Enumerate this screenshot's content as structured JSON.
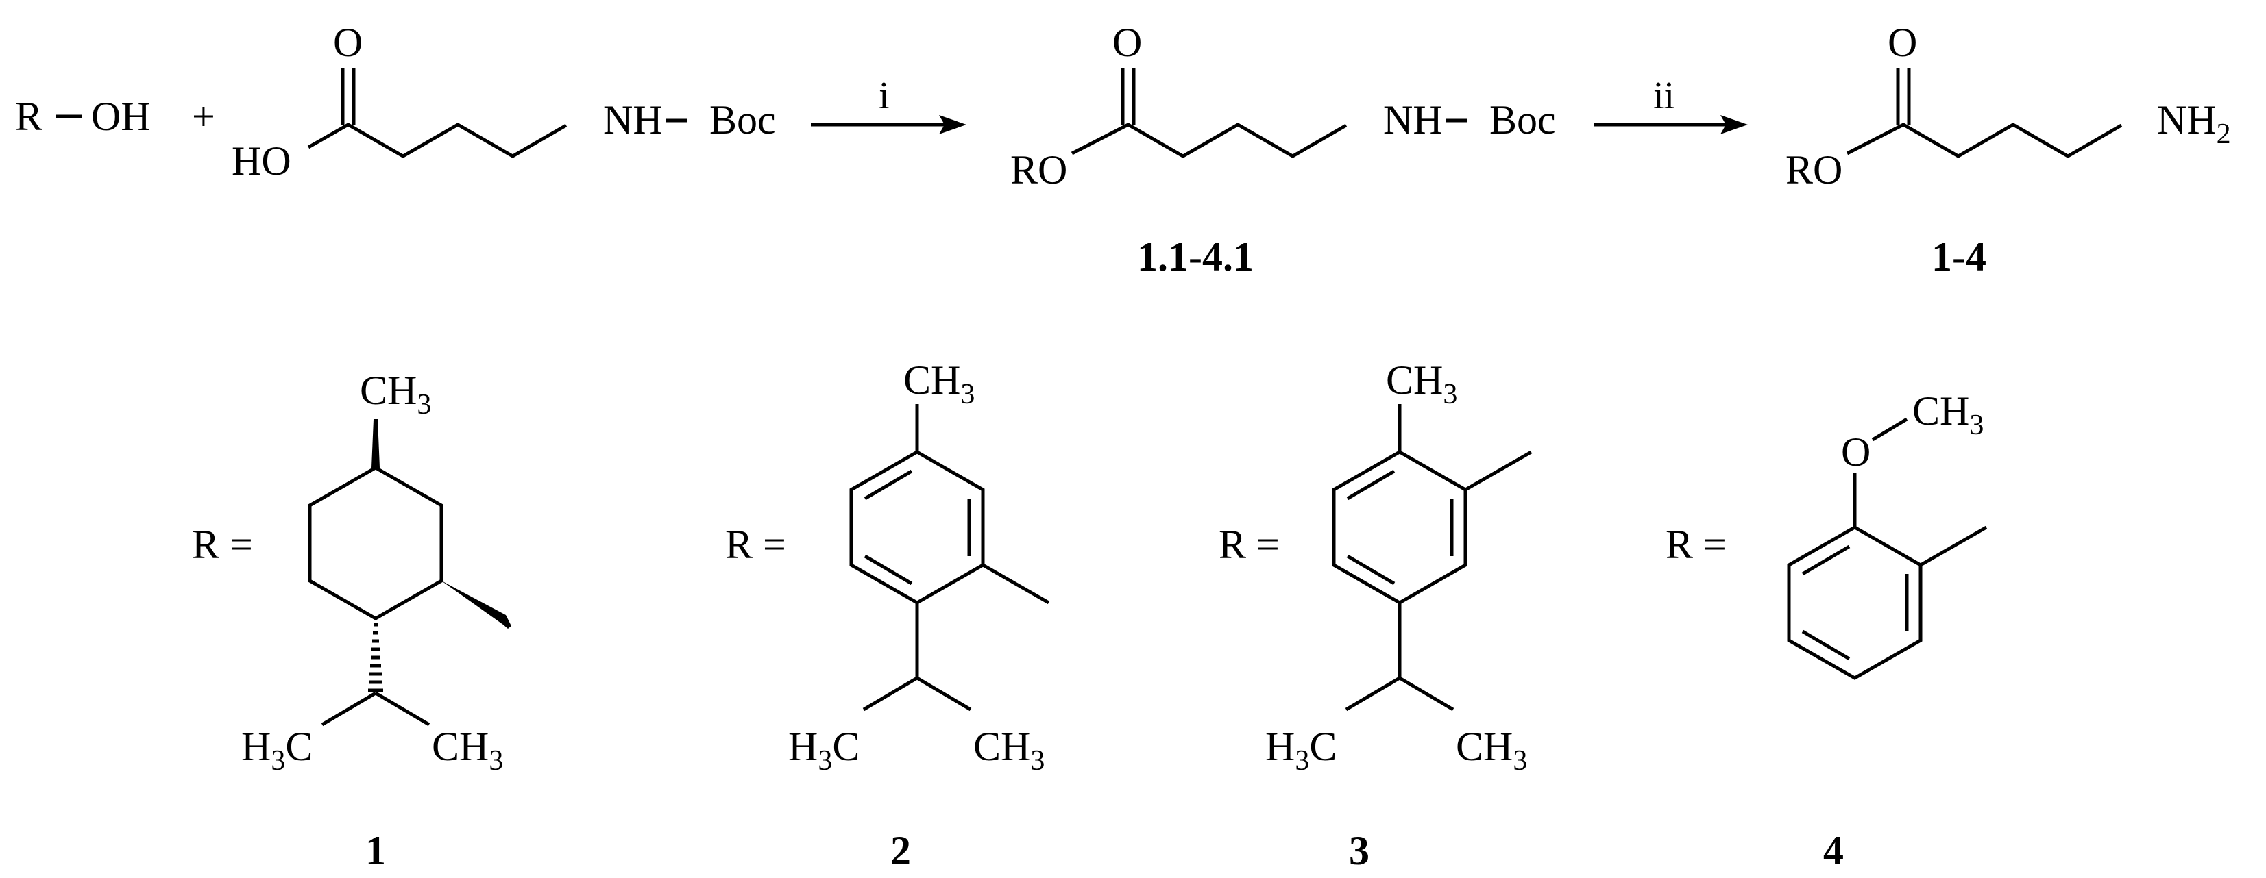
{
  "reaction": {
    "reactant_r": "R",
    "reactant_oh": "OH",
    "plus": "+",
    "ho": "HO",
    "o": "O",
    "nh": "NH",
    "boc": "Boc",
    "ro": "RO",
    "nh2_n": "NH",
    "nh2_sub": "2",
    "step1": "i",
    "step2": "ii"
  },
  "labels": {
    "intermediate": "1.1-4.1",
    "product": "1-4"
  },
  "groups": [
    {
      "id": "1",
      "r_label": "R ="
    },
    {
      "id": "2",
      "r_label": "R ="
    },
    {
      "id": "3",
      "r_label": "R ="
    },
    {
      "id": "4",
      "r_label": "R ="
    }
  ],
  "atoms": {
    "ch": "CH",
    "h": "H",
    "c": "C",
    "o": "O",
    "sub3": "3"
  }
}
